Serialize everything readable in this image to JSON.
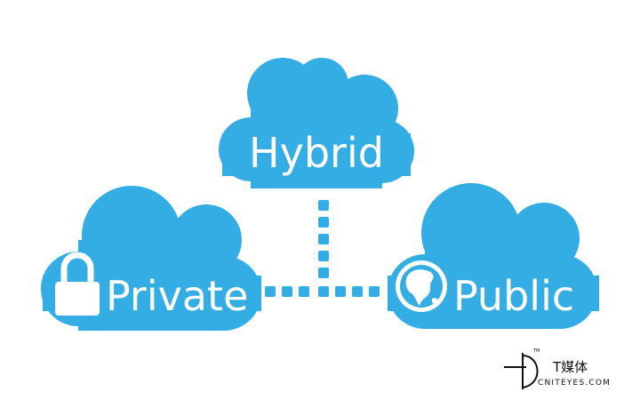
{
  "colors": {
    "cloud": "#33ade3",
    "connector": "#33ade3",
    "background": "#ffffff",
    "icon_fill": "#ffffff",
    "watermark": "#111111"
  },
  "clouds": {
    "hybrid": {
      "label": "Hybrid"
    },
    "private": {
      "label": "Private",
      "icon": "lock-icon"
    },
    "public": {
      "label": "Public",
      "icon": "globe-icon"
    }
  },
  "watermark": {
    "name": "T媒体",
    "site": "CNITEYES.COM",
    "mark": "TM"
  }
}
